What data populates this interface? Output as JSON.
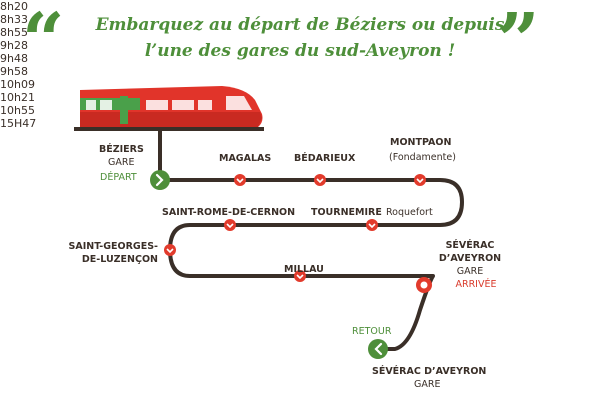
{
  "header": {
    "quote_open": "“",
    "quote_close": "”",
    "title_line1": "Embarquez au départ de Béziers ou depuis",
    "title_line2": "l’une des gares du sud-Aveyron !"
  },
  "stations": {
    "beziers": {
      "name": "BÉZIERS",
      "sub": "GARE",
      "tag": "DÉPART",
      "time": "8h20"
    },
    "magalas": {
      "name": "MAGALAS",
      "time": "8h33"
    },
    "bedarieux": {
      "name": "BÉDARIEUX",
      "time": "8h55"
    },
    "montpaon": {
      "name": "MONTPAON",
      "sub": "(Fondamente)",
      "time": "9h28"
    },
    "tournemire": {
      "name": "TOURNEMIRE",
      "sub": "Roquefort",
      "time": "9h48"
    },
    "saint_rome": {
      "name": "SAINT-ROME-DE-CERNON",
      "time": "9h58"
    },
    "saint_georges": {
      "name_line1": "SAINT-GEORGES-",
      "name_line2": "DE-LUZENÇON",
      "time": "10h09"
    },
    "millau": {
      "name": "MILLAU",
      "time": "10h21"
    },
    "severac_arr": {
      "name_line1": "SÉVÉRAC",
      "name_line2": "D’AVEYRON",
      "sub": "GARE",
      "tag": "ARRIVÉE",
      "time": "10h55"
    },
    "severac_ret": {
      "tag": "RETOUR",
      "time": "15H47",
      "name": "SÉVÉRAC D’AVEYRON",
      "sub": "GARE"
    }
  },
  "colors": {
    "track": "#3a2f28",
    "stop": "#e23b2c",
    "accent_green": "#4e8f3a",
    "train_red": "#e1342a",
    "train_green": "#4aa04a"
  }
}
